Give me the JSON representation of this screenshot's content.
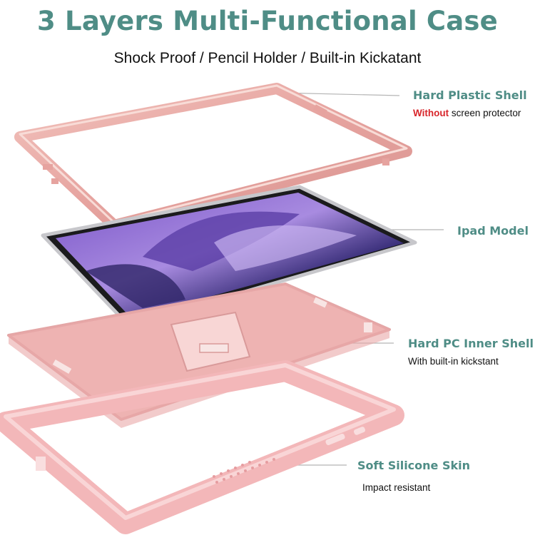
{
  "title": "3 Layers Multi-Functional Case",
  "subtitle": "Shock Proof / Pencil Holder / Built-in Kickatant",
  "layers": [
    {
      "label": "Hard Plastic Shell",
      "note_accent": "Without",
      "note": " screen protector"
    },
    {
      "label": "Ipad Model"
    },
    {
      "label": "Hard PC Inner Shell",
      "note": "With built-in kickstant"
    },
    {
      "label": "Soft Silicone Skin",
      "note": "Impact resistant"
    }
  ],
  "colors": {
    "title": "#4f8d86",
    "accent": "#d8262b",
    "case_pink": "#f3b7b9",
    "frame_rose": "#e9a8a3"
  }
}
